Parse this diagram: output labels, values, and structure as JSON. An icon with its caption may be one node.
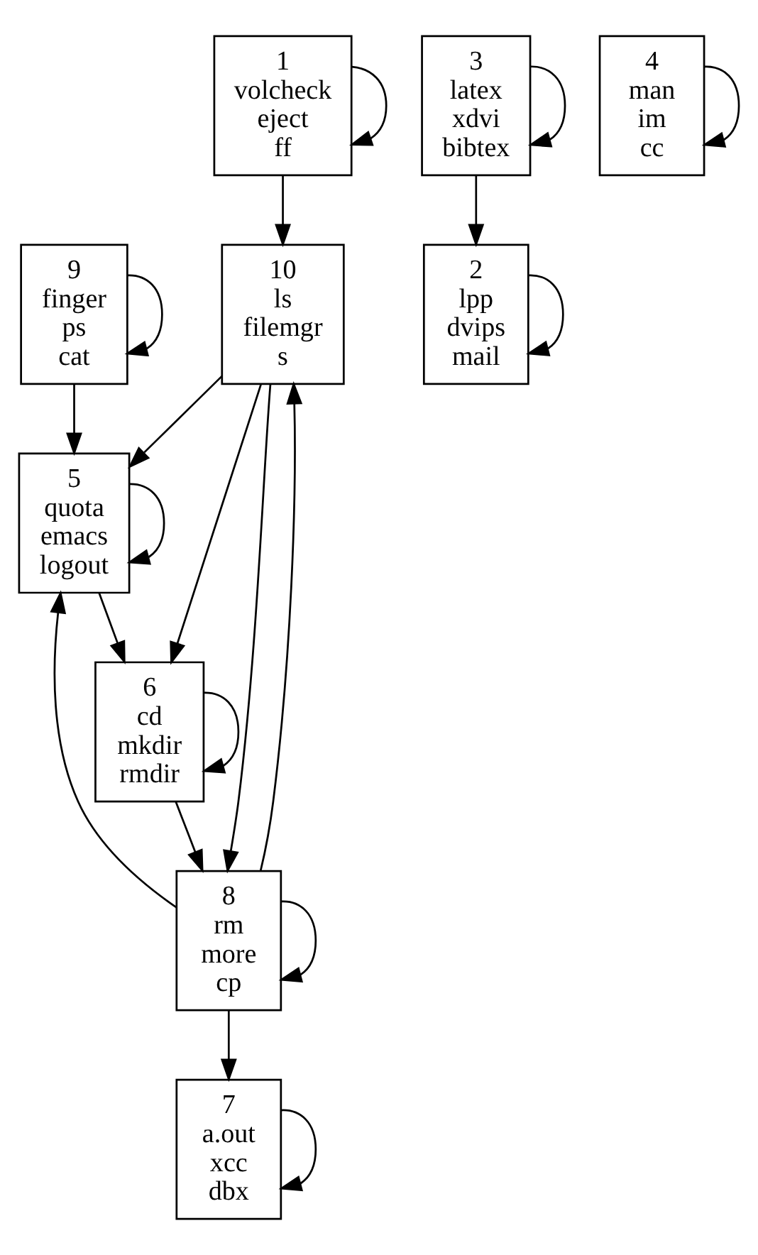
{
  "diagram": {
    "nodes": [
      {
        "text": [
          "1",
          "volcheck",
          "eject",
          "ff"
        ]
      },
      {
        "text": [
          "9",
          "finger",
          "ps",
          "cat"
        ]
      },
      {
        "text": [
          "10",
          "ls",
          "filemgr",
          "s"
        ]
      },
      {
        "text": [
          "5",
          "quota",
          "emacs",
          "logout"
        ]
      },
      {
        "text": [
          "6",
          "cd",
          "mkdir",
          "rmdir"
        ]
      },
      {
        "text": [
          "8",
          "rm",
          "more",
          "cp"
        ]
      },
      {
        "text": [
          "3",
          "latex",
          "xdvi",
          "bibtex"
        ]
      },
      {
        "text": [
          "4",
          "man",
          "im",
          "cc"
        ]
      },
      {
        "text": [
          "7",
          "a.out",
          "xcc",
          "dbx"
        ]
      },
      {
        "text": [
          "2",
          "lpp",
          "dvips",
          "mail"
        ]
      }
    ],
    "edges": [
      {
        "from": 0,
        "to": 0,
        "arrow": "to"
      },
      {
        "from": 0,
        "to": 2,
        "arrow": "to"
      },
      {
        "from": 1,
        "to": 1,
        "arrow": "to"
      },
      {
        "from": 1,
        "to": 3,
        "arrow": "to"
      },
      {
        "from": 2,
        "to": 3,
        "arrow": "to"
      },
      {
        "from": 2,
        "to": 4,
        "arrow": "to"
      },
      {
        "from": 2,
        "to": 5,
        "arrow": "to"
      },
      {
        "from": 5,
        "to": 2,
        "arrow": "to"
      },
      {
        "from": 3,
        "to": 3,
        "arrow": "to"
      },
      {
        "from": 3,
        "to": 4,
        "arrow": "to"
      },
      {
        "from": 4,
        "to": 4,
        "arrow": "to"
      },
      {
        "from": 4,
        "to": 5,
        "arrow": "to"
      },
      {
        "from": 5,
        "to": 3,
        "arrow": "to"
      },
      {
        "from": 5,
        "to": 5,
        "arrow": "to"
      },
      {
        "from": 5,
        "to": 8,
        "arrow": "to"
      },
      {
        "from": 6,
        "to": 6,
        "arrow": "to"
      },
      {
        "from": 6,
        "to": 9,
        "arrow": "to"
      },
      {
        "from": 7,
        "to": 7,
        "arrow": "to"
      },
      {
        "from": 8,
        "to": 8,
        "arrow": "to"
      },
      {
        "from": 9,
        "to": 9,
        "arrow": "to"
      }
    ]
  }
}
